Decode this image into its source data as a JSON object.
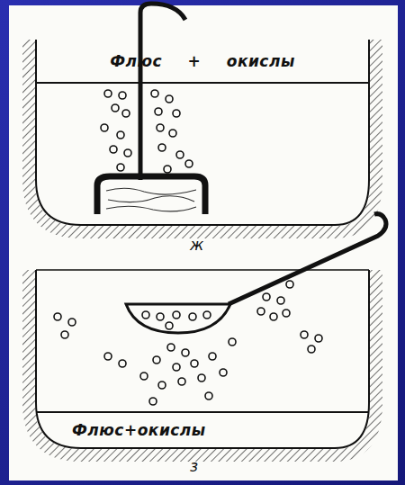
{
  "diagram": {
    "nodes": [
      {
        "text": [
          "Флюс + окислы"
        ]
      },
      {
        "text": [
          "Флюс+окислы"
        ]
      }
    ],
    "labels": [
      "ж",
      "з"
    ]
  }
}
